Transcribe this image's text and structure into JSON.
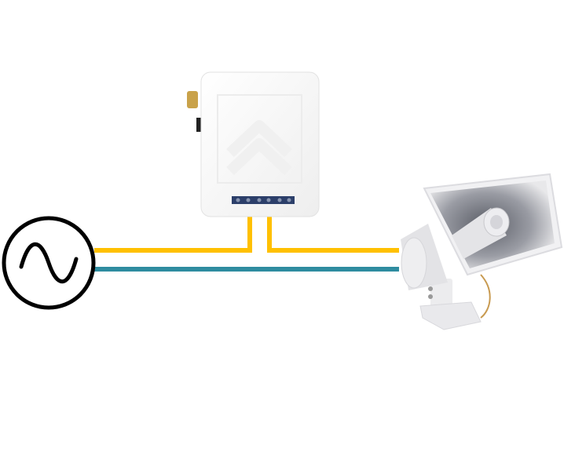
{
  "diagram": {
    "components": [
      {
        "id": "ac-source",
        "icon": "ac-source-icon"
      },
      {
        "id": "controller",
        "icon": "relay-controller-icon"
      },
      {
        "id": "horn-speaker",
        "icon": "horn-speaker-icon"
      }
    ],
    "wires": [
      {
        "id": "live-to-controller",
        "color": "#FFC000"
      },
      {
        "id": "controller-to-speaker",
        "color": "#FFC000"
      },
      {
        "id": "neutral-to-speaker",
        "color": "#2E8CA0"
      }
    ]
  }
}
